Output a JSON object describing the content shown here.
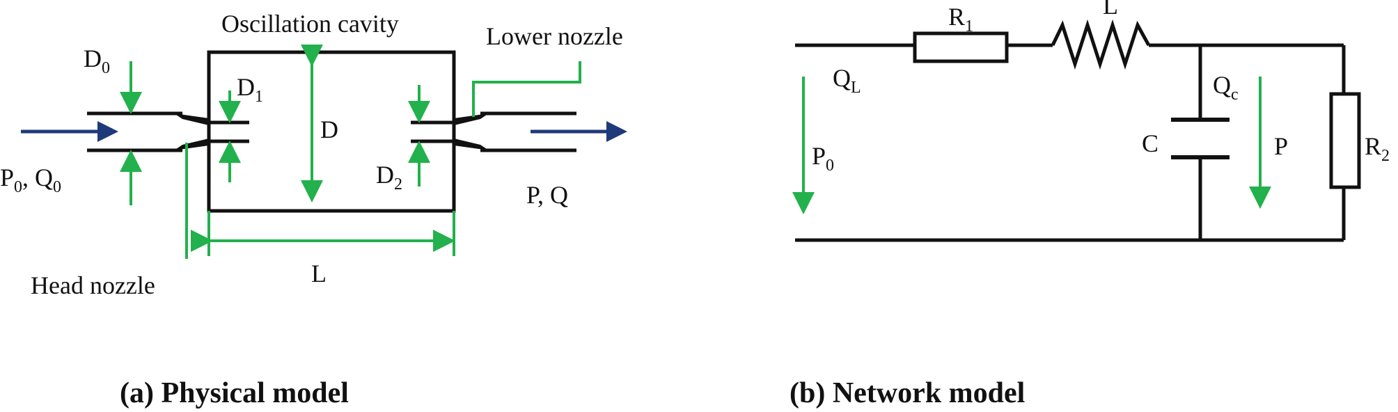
{
  "colors": {
    "line": "#111111",
    "dimension": "#22b14c",
    "flow_arrow": "#1f3a7a"
  },
  "physical_model": {
    "caption": "(a) Physical model",
    "labels": {
      "oscillation_cavity": "Oscillation cavity",
      "lower_nozzle": "Lower nozzle",
      "head_nozzle": "Head nozzle",
      "d0_main": "D",
      "d0_sub": "0",
      "d1_main": "D",
      "d1_sub": "1",
      "d2_main": "D",
      "d2_sub": "2",
      "d": "D",
      "l": "L",
      "inlet_p": "P",
      "inlet_p_sub": "0",
      "inlet_sep": ", Q",
      "inlet_q_sub": "0",
      "outlet": "P, Q"
    }
  },
  "network_model": {
    "caption": "(b) Network model",
    "labels": {
      "r1_main": "R",
      "r1_sub": "1",
      "inductor": "L",
      "ql_main": "Q",
      "ql_sub": "L",
      "qc_main": "Q",
      "qc_sub": "c",
      "capacitor": "C",
      "p0_main": "P",
      "p0_sub": "0",
      "p": "P",
      "r2_main": "R",
      "r2_sub": "2"
    }
  }
}
